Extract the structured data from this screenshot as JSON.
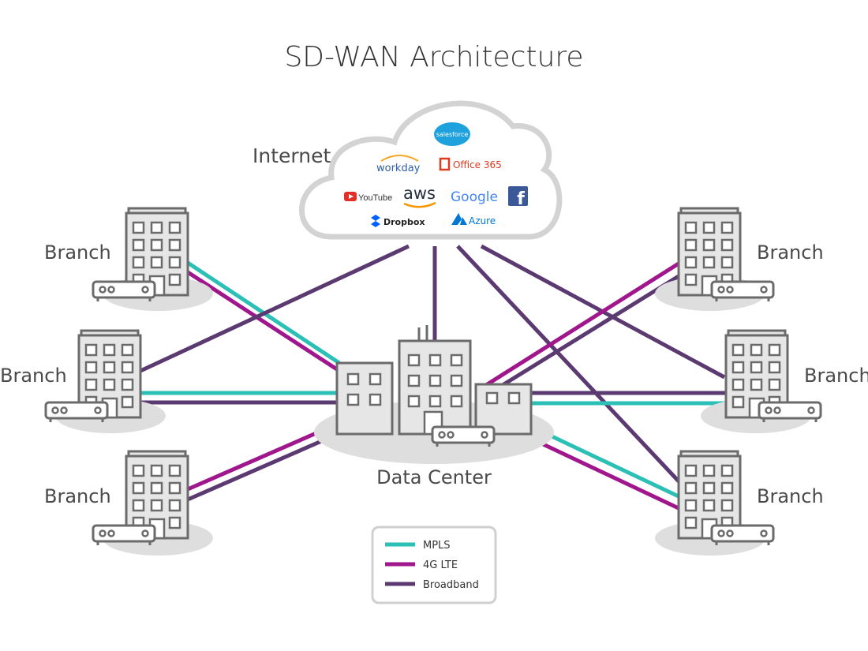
{
  "title": "SD-WAN Architecture",
  "internet": {
    "label": "Internet",
    "services": {
      "salesforce": "salesforce",
      "workday": "workday",
      "office365": "Office 365",
      "youtube": "YouTube",
      "aws": "aws",
      "google": "Google",
      "facebook": "f",
      "dropbox": "Dropbox",
      "azure": "Azure"
    }
  },
  "sites": {
    "branch_label": "Branch",
    "data_center_label": "Data Center"
  },
  "legend": {
    "mpls": "MPLS",
    "lte": "4G LTE",
    "broadband": "Broadband"
  },
  "colors": {
    "mpls": "#2bbfb6",
    "lte": "#a0168c",
    "broadband": "#5b3a72",
    "outline": "#6b6b6b",
    "building_fill": "#e6e6e6",
    "shadow": "#dedede"
  }
}
